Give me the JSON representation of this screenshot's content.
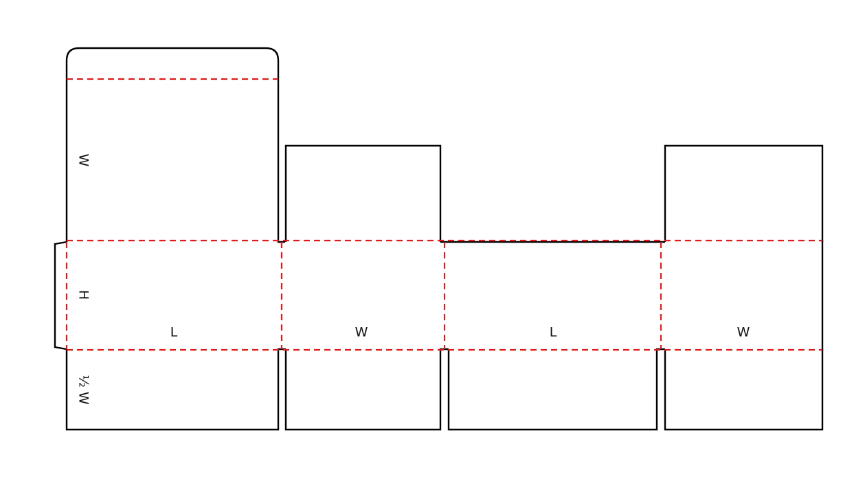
{
  "diagram": {
    "labels": {
      "w_top_flap": "W",
      "h_side": "H",
      "half_w_bottom": "½ W",
      "panel_1": "L",
      "panel_2": "W",
      "panel_3": "L",
      "panel_4": "W"
    },
    "colors": {
      "cut_line": "#000000",
      "fold_line": "#dd1c1c",
      "background": "#ffffff"
    }
  }
}
